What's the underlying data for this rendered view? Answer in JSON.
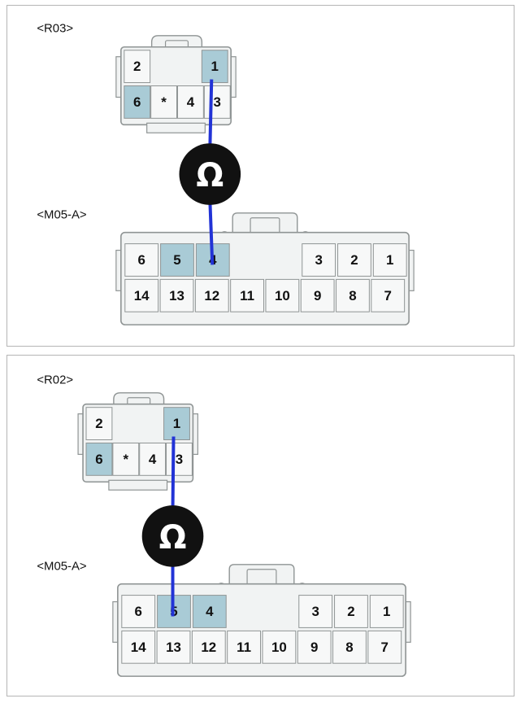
{
  "colors": {
    "housing_fill": "#f1f3f3",
    "housing_stroke": "#8f9494",
    "pin_fill": "#f7f8f8",
    "highlight_fill": "#a9cbd6",
    "probe_wire": "#2233d6",
    "meter_fill": "#111111",
    "meter_symbol": "#ffffff"
  },
  "meter_symbol": "Ω",
  "meter_icon": "ohmmeter-icon",
  "diagrams": [
    {
      "small_connector": {
        "label": "<R03>",
        "pins_top": [
          "2",
          "1"
        ],
        "pins_bottom": [
          "6",
          "*",
          "4",
          "3"
        ],
        "highlighted": [
          "1",
          "6"
        ],
        "probe_pin": "1"
      },
      "large_connector": {
        "label": "<M05-A>",
        "pins_top_left": [
          "6",
          "5",
          "4"
        ],
        "pins_top_right": [
          "3",
          "2",
          "1"
        ],
        "pins_bottom": [
          "14",
          "13",
          "12",
          "11",
          "10",
          "9",
          "8",
          "7"
        ],
        "highlighted": [
          "5",
          "4"
        ],
        "probe_pin": "4"
      }
    },
    {
      "small_connector": {
        "label": "<R02>",
        "pins_top": [
          "2",
          "1"
        ],
        "pins_bottom": [
          "6",
          "*",
          "4",
          "3"
        ],
        "highlighted": [
          "1",
          "6"
        ],
        "probe_pin": "1"
      },
      "large_connector": {
        "label": "<M05-A>",
        "pins_top_left": [
          "6",
          "5",
          "4"
        ],
        "pins_top_right": [
          "3",
          "2",
          "1"
        ],
        "pins_bottom": [
          "14",
          "13",
          "12",
          "11",
          "10",
          "9",
          "8",
          "7"
        ],
        "highlighted": [
          "5",
          "4"
        ],
        "probe_pin": "5"
      }
    }
  ]
}
